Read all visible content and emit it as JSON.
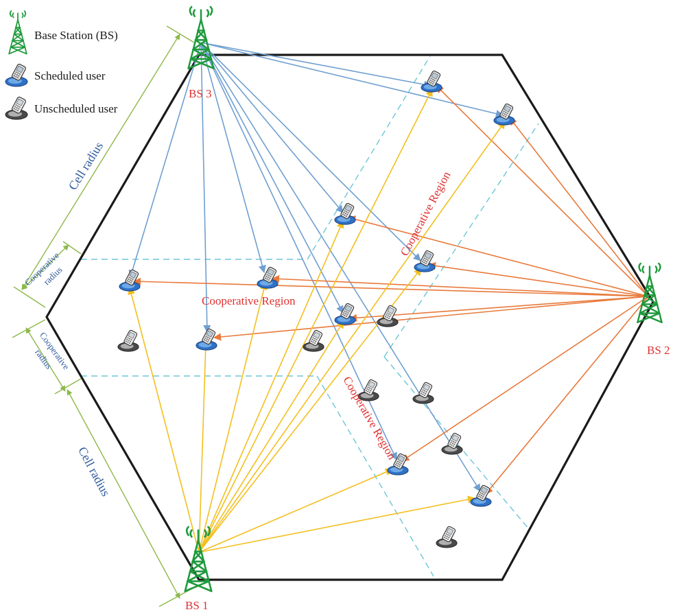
{
  "legend": {
    "base_station": "Base Station (BS)",
    "scheduled_user": "Scheduled user",
    "unscheduled_user": "Unscheduled user"
  },
  "stations": {
    "bs1": "BS 1",
    "bs2": "BS 2",
    "bs3": "BS 3"
  },
  "labels": {
    "cell_radius_top": "Cell radius",
    "cell_radius_bottom": "Cell radius",
    "coop_radius_top_line1": "Cooperative",
    "coop_radius_top_line2": "radius",
    "coop_radius_bottom_line1": "Cooperative",
    "coop_radius_bottom_line2": "radius",
    "coop_region_center": "Cooperative Region",
    "coop_region_upper": "Cooperative Region",
    "coop_region_lower": "Cooperative Region"
  },
  "colors": {
    "bs3_links": "#6f9fd0",
    "bs2_links": "#e8793a",
    "bs1_links": "#f3bf1f",
    "hexagon": "#1a1a1a",
    "boundary": "#6cc6d6",
    "dimension": "#8cb84a",
    "tower": "#1f9a3d",
    "label_red": "#e03030",
    "label_blue": "#2e5a9c",
    "label_dark": "#1a1a1a"
  }
}
